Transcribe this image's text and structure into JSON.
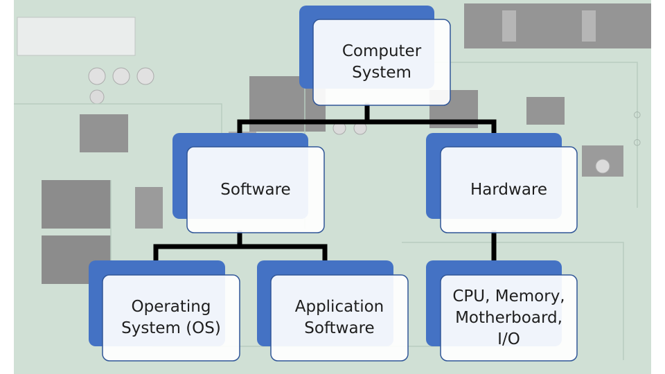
{
  "nodes": {
    "root": {
      "line1": "Computer",
      "line2": "System"
    },
    "software": {
      "label": "Software"
    },
    "hardware": {
      "label": "Hardware"
    },
    "os": {
      "line1": "Operating",
      "line2": "System (OS)"
    },
    "app": {
      "line1": "Application",
      "line2": "Software"
    },
    "hw_detail": {
      "line1": "CPU, Memory,",
      "line2": "Motherboard,",
      "line3": "I/O"
    }
  },
  "colors": {
    "accent": "#4472c4",
    "connector": "#000000",
    "card_fill": "#ffffff",
    "card_border": "#2f5597",
    "board_green": "#a9c7b3"
  }
}
